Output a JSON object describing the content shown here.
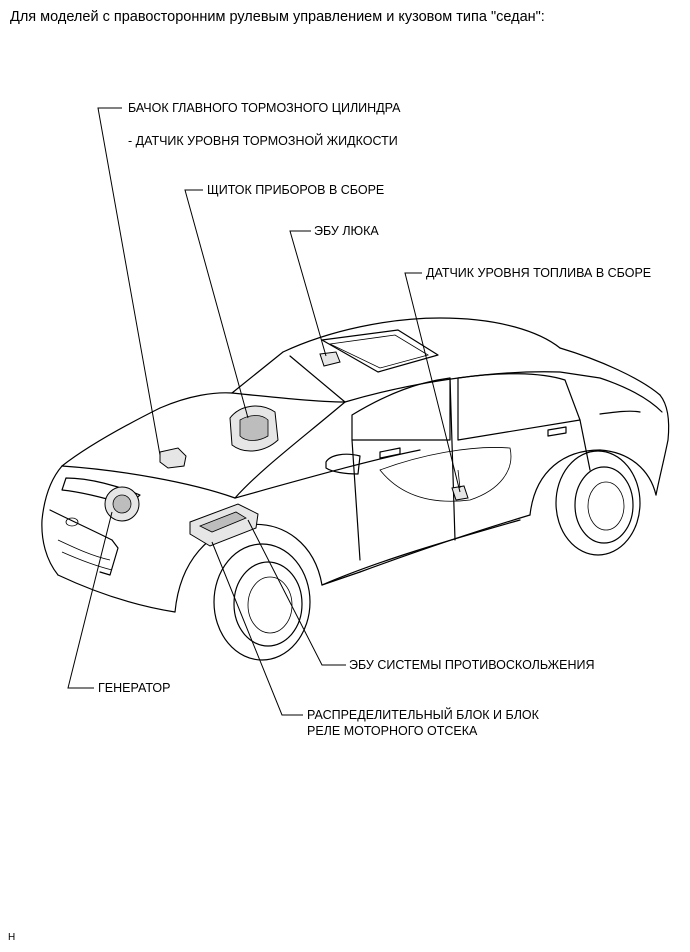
{
  "heading": "Для моделей с правосторонним рулевым управлением и кузовом типа \"седан\":",
  "labels": {
    "brake_reservoir": "БАЧОК ГЛАВНОГО ТОРМОЗНОГО ЦИЛИНДРА",
    "brake_fluid_sensor": "- ДАТЧИК УРОВНЯ ТОРМОЗНОЙ ЖИДКОСТИ",
    "instrument_cluster": "ЩИТОК ПРИБОРОВ В СБОРЕ",
    "sunroof_ecu": "ЭБУ ЛЮКА",
    "fuel_sender": "ДАТЧИК УРОВНЯ ТОПЛИВА В СБОРЕ",
    "skid_control_ecu": "ЭБУ СИСТЕМЫ ПРОТИВОСКОЛЬЖЕНИЯ",
    "generator": "ГЕНЕРАТОР",
    "relay_block_line1": "РАСПРЕДЕЛИТЕЛЬНЫЙ БЛОК И БЛОК",
    "relay_block_line2": "РЕЛЕ МОТОРНОГО ОТСЕКА"
  },
  "footer": "H"
}
